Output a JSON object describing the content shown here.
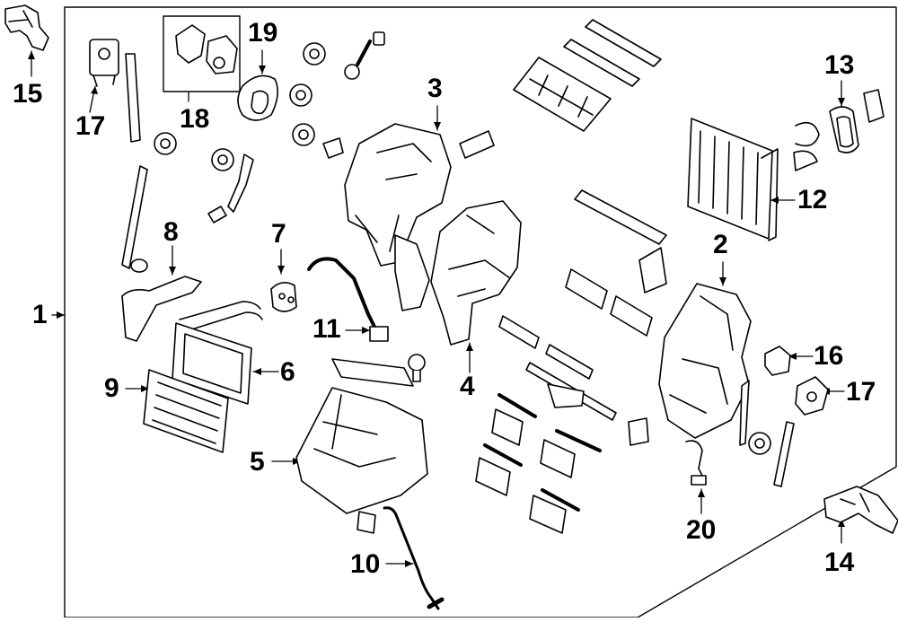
{
  "callouts": {
    "c1": "1",
    "c2": "2",
    "c3": "3",
    "c4": "4",
    "c5": "5",
    "c6": "6",
    "c7": "7",
    "c8": "8",
    "c9": "9",
    "c10": "10",
    "c11": "11",
    "c12": "12",
    "c13": "13",
    "c14": "14",
    "c15": "15",
    "c16": "16",
    "c17a": "17",
    "c17b": "17",
    "c18": "18",
    "c19": "19",
    "c20": "20"
  },
  "colors": {
    "line": "#000000",
    "background": "#ffffff"
  }
}
